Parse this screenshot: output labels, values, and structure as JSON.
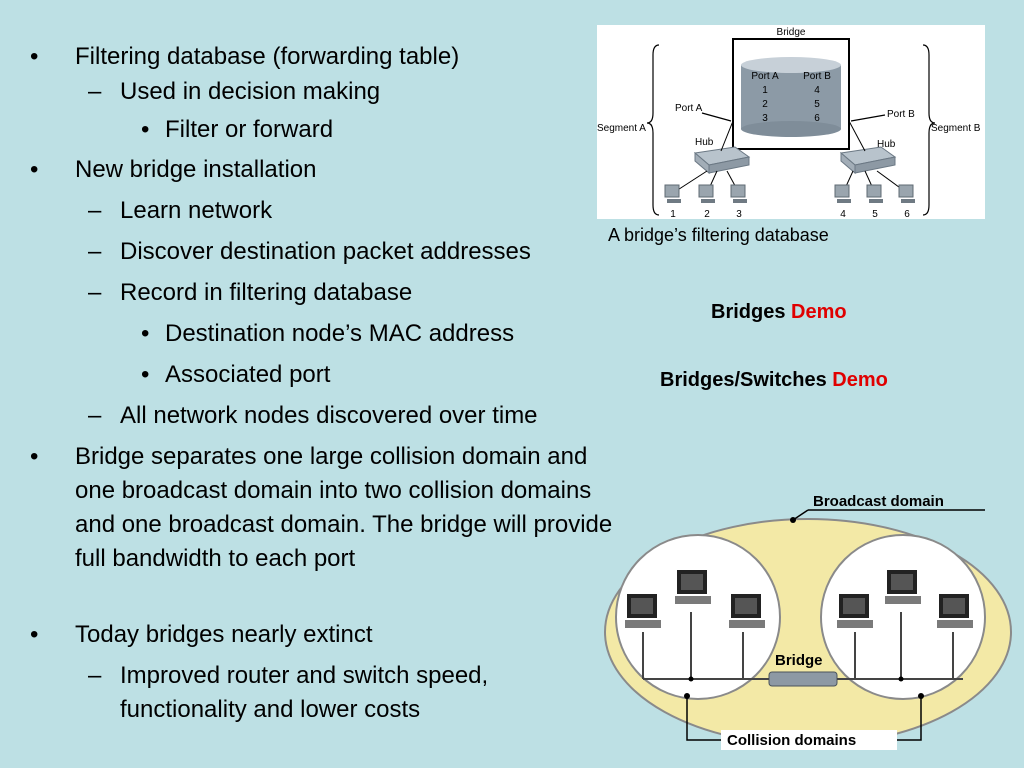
{
  "bullets": [
    {
      "level": 1,
      "mark": "•",
      "text": "Filtering database (forwarding table)"
    },
    {
      "level": 2,
      "mark": "–",
      "text": "Used in decision making"
    },
    {
      "level": 3,
      "mark": "•",
      "text": "Filter or forward"
    },
    {
      "level": 1,
      "mark": "•",
      "text": "New bridge installation"
    },
    {
      "level": 2,
      "mark": "–",
      "text": "Learn network"
    },
    {
      "level": 2,
      "mark": "–",
      "text": "Discover destination packet addresses"
    },
    {
      "level": 2,
      "mark": "–",
      "text": "Record in filtering database"
    },
    {
      "level": 3,
      "mark": "•",
      "text": "Destination node’s MAC address"
    },
    {
      "level": 3,
      "mark": "•",
      "text": "Associated port"
    },
    {
      "level": 2,
      "mark": "–",
      "text": "All network nodes discovered over time"
    },
    {
      "level": 1,
      "mark": "•",
      "text": "Bridge separates one large collision domain and one broadcast domain into two collision domains and one broadcast domain. The bridge will provide full bandwidth to each port"
    },
    {
      "level": 1,
      "mark": "•",
      "text": "Today bridges nearly extinct"
    },
    {
      "level": 2,
      "mark": "–",
      "text": "Improved router and switch speed, functionality and lower costs"
    }
  ],
  "figure1": {
    "title": "Bridge",
    "port_a_header": "Port A",
    "port_b_header": "Port B",
    "port_a_values": [
      "1",
      "2",
      "3"
    ],
    "port_b_values": [
      "4",
      "5",
      "6"
    ],
    "port_a_label": "Port A",
    "port_b_label": "Port B",
    "segment_a": "Segment A",
    "segment_b": "Segment B",
    "hub_left": "Hub",
    "hub_right": "Hub",
    "nodes": [
      "1",
      "2",
      "3",
      "4",
      "5",
      "6"
    ],
    "caption": "A bridge’s filtering database"
  },
  "demo_links": [
    {
      "prefix": "Bridges ",
      "link": "Demo"
    },
    {
      "prefix": "Bridges/Switches ",
      "link": "Demo"
    }
  ],
  "figure2": {
    "broadcast_label": "Broadcast domain",
    "bridge_label": "Bridge",
    "collision_label": "Collision domains"
  },
  "colors": {
    "background": "#bde0e4",
    "demo_link": "#e00000",
    "ellipse_fill": "#f3e9a6"
  }
}
